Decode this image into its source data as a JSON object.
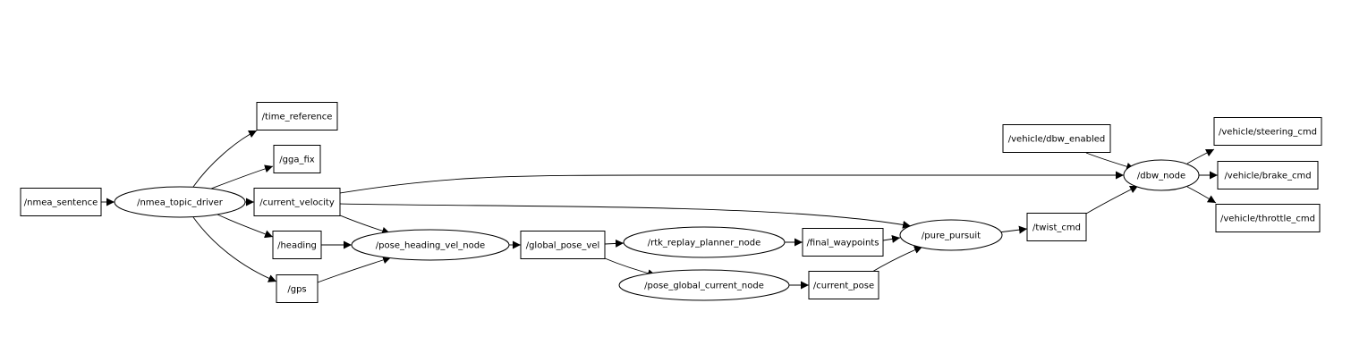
{
  "graph": {
    "nodes": [
      {
        "id": "nmea_sentence",
        "label": "/nmea_sentence",
        "kind": "topic"
      },
      {
        "id": "nmea_topic_driver",
        "label": "/nmea_topic_driver",
        "kind": "node"
      },
      {
        "id": "time_reference",
        "label": "/time_reference",
        "kind": "topic"
      },
      {
        "id": "gga_fix",
        "label": "/gga_fix",
        "kind": "topic"
      },
      {
        "id": "current_velocity",
        "label": "/current_velocity",
        "kind": "topic"
      },
      {
        "id": "heading",
        "label": "/heading",
        "kind": "topic"
      },
      {
        "id": "gps",
        "label": "/gps",
        "kind": "topic"
      },
      {
        "id": "pose_heading_vel_node",
        "label": "/pose_heading_vel_node",
        "kind": "node"
      },
      {
        "id": "global_pose_vel",
        "label": "/global_pose_vel",
        "kind": "topic"
      },
      {
        "id": "rtk_replay_planner_node",
        "label": "/rtk_replay_planner_node",
        "kind": "node"
      },
      {
        "id": "pose_global_current_node",
        "label": "/pose_global_current_node",
        "kind": "node"
      },
      {
        "id": "final_waypoints",
        "label": "/final_waypoints",
        "kind": "topic"
      },
      {
        "id": "current_pose",
        "label": "/current_pose",
        "kind": "topic"
      },
      {
        "id": "pure_pursuit",
        "label": "/pure_pursuit",
        "kind": "node"
      },
      {
        "id": "twist_cmd",
        "label": "/twist_cmd",
        "kind": "topic"
      },
      {
        "id": "vehicle_dbw_enabled",
        "label": "/vehicle/dbw_enabled",
        "kind": "topic"
      },
      {
        "id": "dbw_node",
        "label": "/dbw_node",
        "kind": "node"
      },
      {
        "id": "vehicle_steering_cmd",
        "label": "/vehicle/steering_cmd",
        "kind": "topic"
      },
      {
        "id": "vehicle_brake_cmd",
        "label": "/vehicle/brake_cmd",
        "kind": "topic"
      },
      {
        "id": "vehicle_throttle_cmd",
        "label": "/vehicle/throttle_cmd",
        "kind": "topic"
      }
    ],
    "edges": [
      {
        "from": "nmea_sentence",
        "to": "nmea_topic_driver"
      },
      {
        "from": "nmea_topic_driver",
        "to": "time_reference"
      },
      {
        "from": "nmea_topic_driver",
        "to": "gga_fix"
      },
      {
        "from": "nmea_topic_driver",
        "to": "current_velocity"
      },
      {
        "from": "nmea_topic_driver",
        "to": "heading"
      },
      {
        "from": "nmea_topic_driver",
        "to": "gps"
      },
      {
        "from": "current_velocity",
        "to": "pose_heading_vel_node"
      },
      {
        "from": "heading",
        "to": "pose_heading_vel_node"
      },
      {
        "from": "gps",
        "to": "pose_heading_vel_node"
      },
      {
        "from": "current_velocity",
        "to": "dbw_node"
      },
      {
        "from": "current_velocity",
        "to": "pure_pursuit"
      },
      {
        "from": "pose_heading_vel_node",
        "to": "global_pose_vel"
      },
      {
        "from": "global_pose_vel",
        "to": "rtk_replay_planner_node"
      },
      {
        "from": "global_pose_vel",
        "to": "pose_global_current_node"
      },
      {
        "from": "rtk_replay_planner_node",
        "to": "final_waypoints"
      },
      {
        "from": "pose_global_current_node",
        "to": "current_pose"
      },
      {
        "from": "final_waypoints",
        "to": "pure_pursuit"
      },
      {
        "from": "current_pose",
        "to": "pure_pursuit"
      },
      {
        "from": "pure_pursuit",
        "to": "twist_cmd"
      },
      {
        "from": "twist_cmd",
        "to": "dbw_node"
      },
      {
        "from": "vehicle_dbw_enabled",
        "to": "dbw_node"
      },
      {
        "from": "dbw_node",
        "to": "vehicle_steering_cmd"
      },
      {
        "from": "dbw_node",
        "to": "vehicle_brake_cmd"
      },
      {
        "from": "dbw_node",
        "to": "vehicle_throttle_cmd"
      }
    ]
  }
}
